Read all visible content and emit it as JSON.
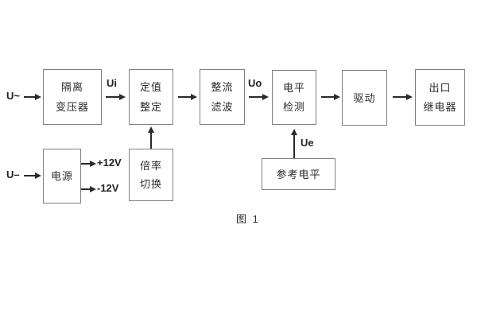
{
  "figure": {
    "caption": "图 1",
    "colors": {
      "background": "#ffffff",
      "box_border": "#7f7f7f",
      "text": "#2b2b2b",
      "arrow": "#2a2a2a"
    },
    "inputs": {
      "ac_label": "U~",
      "dc_label": "U–"
    },
    "signals": {
      "ui": "Ui",
      "uo": "Uo",
      "ue": "Ue",
      "plus_rail": "+12V",
      "minus_rail": "-12V"
    },
    "blocks": {
      "isolation_transformer": {
        "line1": "隔离",
        "line2": "变压器"
      },
      "setpoint_setting": {
        "line1": "定值",
        "line2": "整定"
      },
      "rectify_filter": {
        "line1": "整流",
        "line2": "滤波"
      },
      "level_detection": {
        "line1": "电平",
        "line2": "检测"
      },
      "driver": {
        "label": "驱动"
      },
      "output_relay": {
        "line1": "出口",
        "line2": "继电器"
      },
      "power_supply": {
        "label": "电源"
      },
      "ratio_switch": {
        "line1": "倍率",
        "line2": "切换"
      },
      "reference_level": {
        "label": "参考电平"
      }
    }
  }
}
